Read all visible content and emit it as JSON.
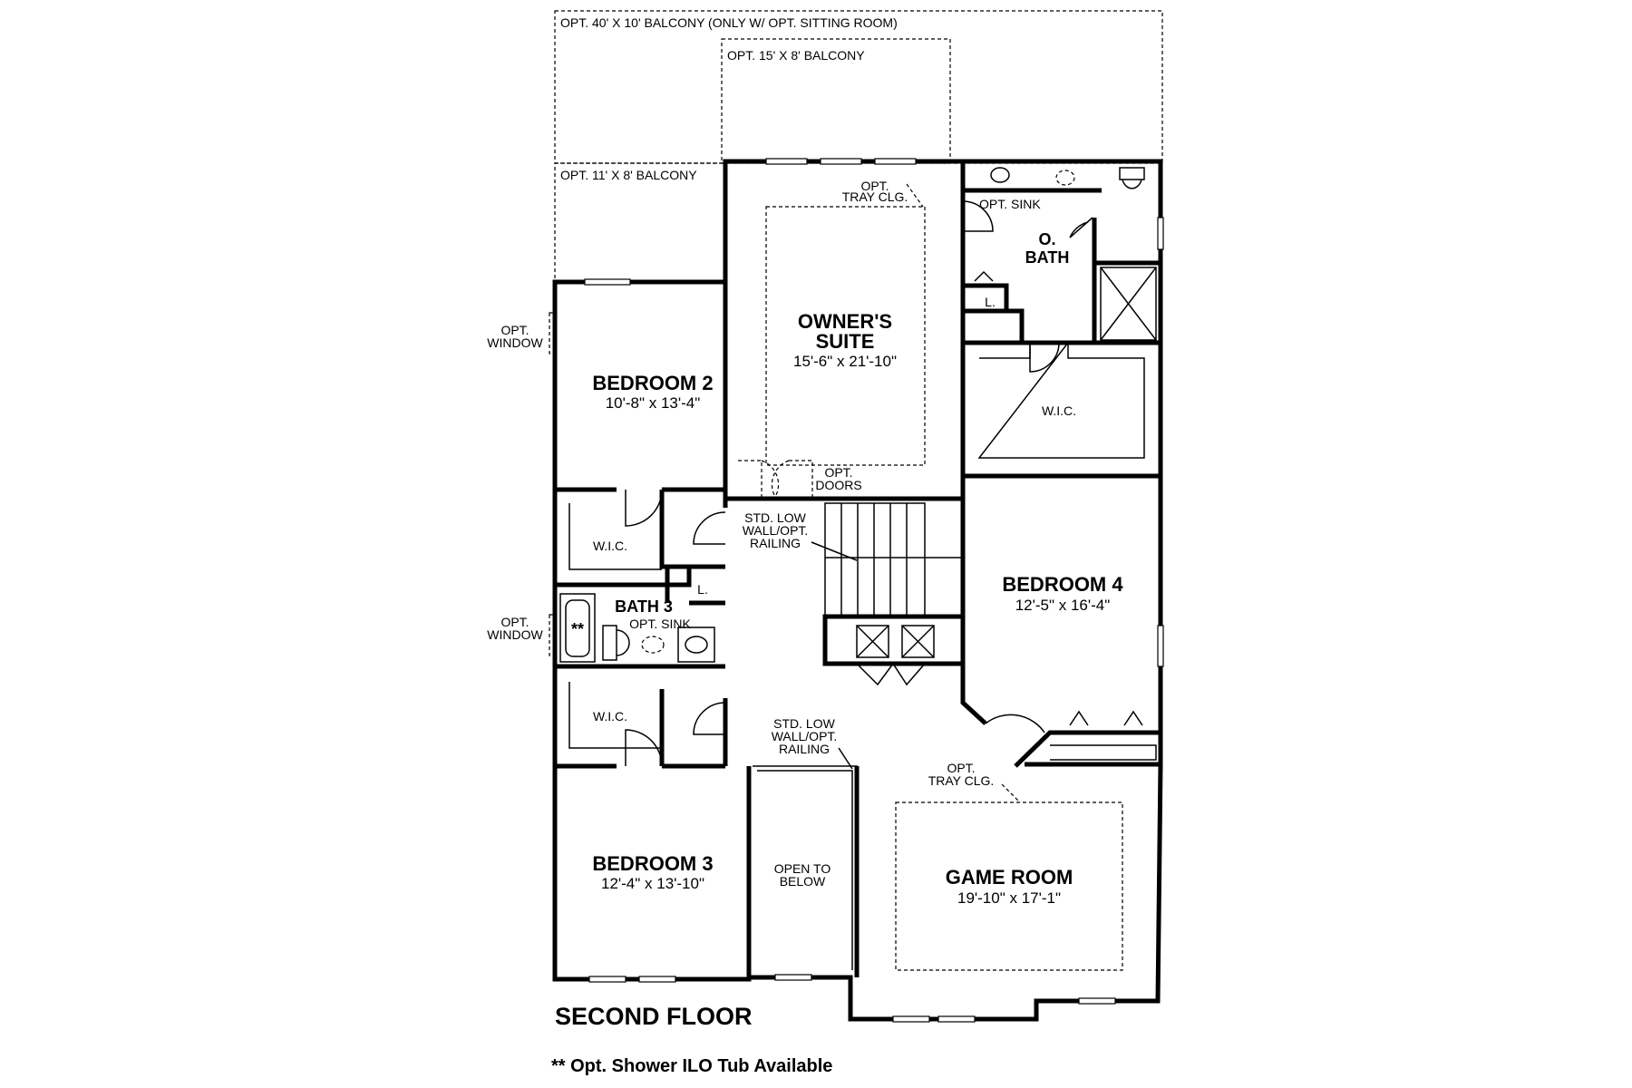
{
  "plan": {
    "title": "SECOND FLOOR",
    "footnote": "** Opt. Shower ILO Tub Available",
    "balconies": {
      "b40": "OPT. 40' X 10' BALCONY  (ONLY W/ OPT. SITTING ROOM)",
      "b15": "OPT. 15' X 8' BALCONY",
      "b11": "OPT. 11' X 8' BALCONY"
    },
    "rooms": {
      "owners_suite": {
        "name1": "OWNER'S",
        "name2": "SUITE",
        "dims": "15'-6\" x 21'-10\""
      },
      "bedroom2": {
        "name": "BEDROOM 2",
        "dims": "10'-8\" x 13'-4\""
      },
      "bedroom3": {
        "name": "BEDROOM 3",
        "dims": "12'-4\" x 13'-10\""
      },
      "bedroom4": {
        "name": "BEDROOM 4",
        "dims": "12'-5\" x 16'-4\""
      },
      "game_room": {
        "name": "GAME ROOM",
        "dims": "19'-10\" x 17'-1\""
      },
      "bath3": {
        "name": "BATH 3"
      },
      "obath": {
        "name1": "O.",
        "name2": "BATH"
      }
    },
    "notes": {
      "wic": "W.I.C.",
      "linen": "L.",
      "opt": "OPT.",
      "tray": "TRAY CLG.",
      "opt_window_1": "OPT.",
      "opt_window_2": "WINDOW",
      "opt_sink": "OPT. SINK",
      "doors": "DOORS",
      "std_low": "STD. LOW",
      "wall_opt": "WALL/OPT.",
      "railing": "RAILING",
      "open_to": "OPEN TO",
      "below": "BELOW",
      "tub_mark": "**"
    }
  }
}
